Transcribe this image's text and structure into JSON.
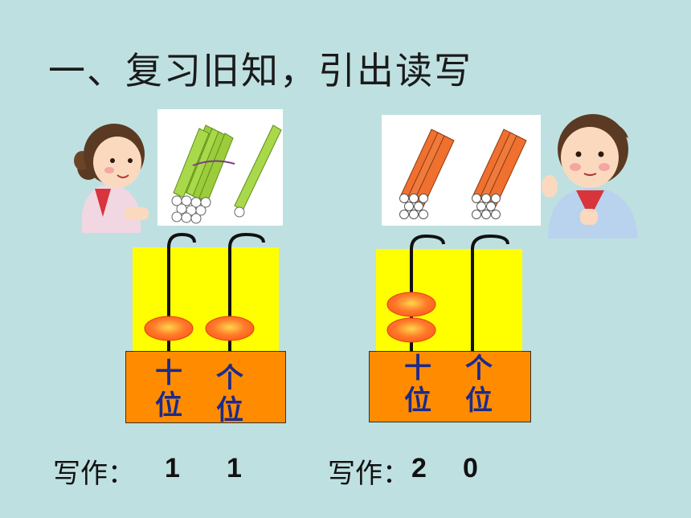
{
  "title": "一、复习旧知，引出读写",
  "left_abacus": {
    "tens_label_1": "十",
    "tens_label_2": "位",
    "ones_label_1": "个",
    "ones_label_2": "位",
    "tens_beads": 1,
    "ones_beads": 1
  },
  "right_abacus": {
    "tens_label_1": "十",
    "tens_label_2": "位",
    "ones_label_1": "个",
    "ones_label_2": "位",
    "tens_beads": 2,
    "ones_beads": 0
  },
  "left_write": {
    "label": "写作：",
    "tens_digit": "1",
    "ones_digit": "1"
  },
  "right_write": {
    "label": "写作：",
    "tens_digit": "2",
    "ones_digit": "0"
  },
  "colors": {
    "background": "#bfe0e0",
    "frame": "#ffff00",
    "base": "#ff8c00",
    "bead": "#ff5a1a",
    "label": "#1c2a8c"
  }
}
